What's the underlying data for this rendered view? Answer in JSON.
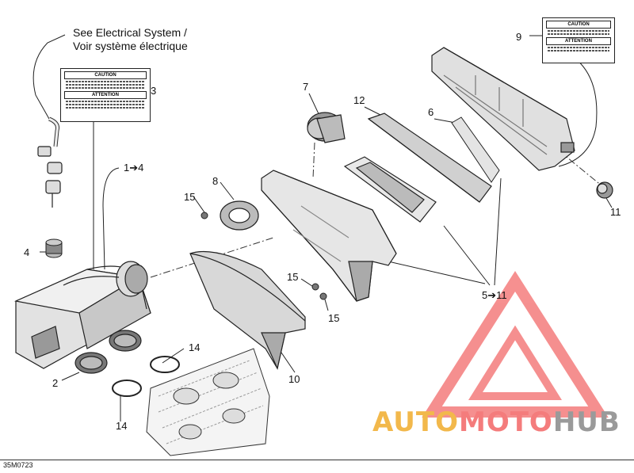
{
  "note": {
    "line1": "See Electrical System /",
    "line2": "Voir système électrique"
  },
  "callouts": {
    "c1": "1➔4",
    "c2": "2",
    "c3": "3",
    "c4": "4",
    "c5": "5➔11",
    "c6": "6",
    "c7": "7",
    "c8": "8",
    "c9": "9",
    "c10": "10",
    "c11": "11",
    "c12": "12",
    "c14a": "14",
    "c14b": "14",
    "c15a": "15",
    "c15b": "15",
    "c15c": "15"
  },
  "labels": {
    "caution_header": "CAUTION",
    "attention_header": "ATTENTION"
  },
  "drawing_code": "35M0723",
  "watermark": {
    "part1": "AUTO",
    "part2": "MOTO",
    "part3": "HUB",
    "colors": {
      "auto": "#f2b84b",
      "moto": "#f47c7c",
      "hub": "#9a9a9a",
      "triangle": "#f47c7c"
    }
  }
}
